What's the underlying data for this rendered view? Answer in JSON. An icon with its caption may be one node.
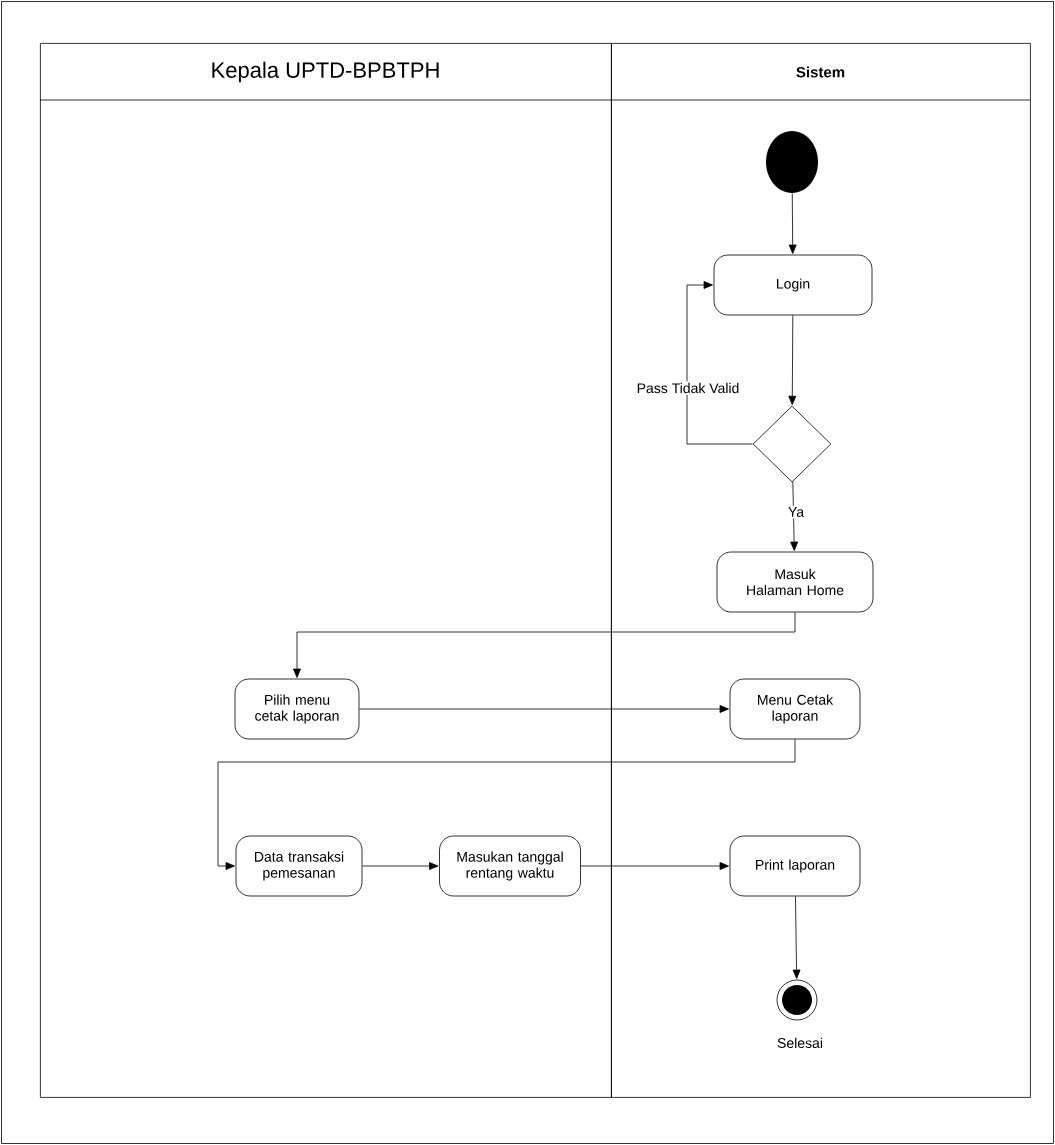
{
  "diagram": {
    "nodes": [
      {
        "text": [
          "Kepala UPTD-BPBTPH"
        ]
      },
      {
        "text": [
          "Sistem"
        ]
      },
      {
        "text": [],
        "shape": "circle",
        "in": 1
      },
      {
        "text": [
          "Login"
        ],
        "in": 1
      },
      {
        "text": [],
        "shape": "diamond",
        "in": 1
      },
      {
        "text": [
          "Masuk Halaman Home"
        ],
        "in": 1
      },
      {
        "text": [
          "Pilih menu cetak laporan"
        ],
        "in": 0
      },
      {
        "text": [
          "Menu Cetak laporan"
        ],
        "in": 1
      },
      {
        "text": [
          "Data transaksi pemesanan"
        ],
        "in": 0
      },
      {
        "text": [
          "Masukan tanggal rentang waktu"
        ],
        "in": 0
      },
      {
        "text": [
          "Print laporan"
        ],
        "in": 1
      },
      {
        "text": [],
        "shape": "bullseye",
        "in": 1,
        "beside": [
          "Selesai"
        ]
      }
    ],
    "edges": [
      {
        "from": 2,
        "to": 3,
        "arrow": "to"
      },
      {
        "from": 3,
        "to": 4,
        "arrow": "to"
      },
      {
        "from": 4,
        "to": 3,
        "arrow": "to",
        "label": "Pass Tidak Valid"
      },
      {
        "from": 4,
        "to": 5,
        "arrow": "to",
        "label": "Ya"
      },
      {
        "from": 5,
        "to": 6,
        "arrow": "to"
      },
      {
        "from": 6,
        "to": 7,
        "arrow": "to"
      },
      {
        "from": 7,
        "to": 8,
        "arrow": "to"
      },
      {
        "from": 8,
        "to": 9,
        "arrow": "to"
      },
      {
        "from": 9,
        "to": 10,
        "arrow": "to"
      },
      {
        "from": 10,
        "to": 11,
        "arrow": "to"
      }
    ]
  }
}
